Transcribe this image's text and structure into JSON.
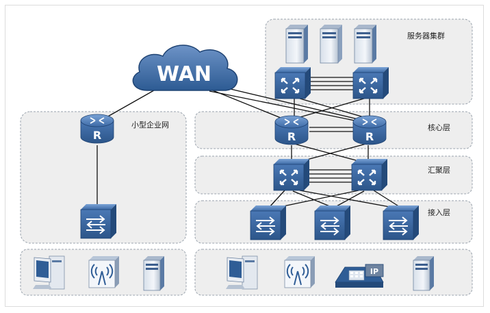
{
  "labels": {
    "server_cluster": "服务器集群",
    "core_layer": "核心层",
    "aggregation_layer": "汇聚层",
    "access_layer": "接入层",
    "small_enterprise": "小型企业网",
    "wan": "WAN",
    "router_mark": "R",
    "ip_phone_mark": "IP"
  },
  "colors": {
    "zone_fill": "#eeeeee",
    "zone_border": "#9aa3ad",
    "device_blue": "#3d6aa6",
    "device_dark": "#244a7a",
    "link": "#111111"
  },
  "icons": [
    "server-icon",
    "core-switch-icon",
    "router-icon",
    "access-switch-icon",
    "pc-icon",
    "wireless-ap-icon",
    "ip-phone-icon",
    "cloud-icon"
  ]
}
